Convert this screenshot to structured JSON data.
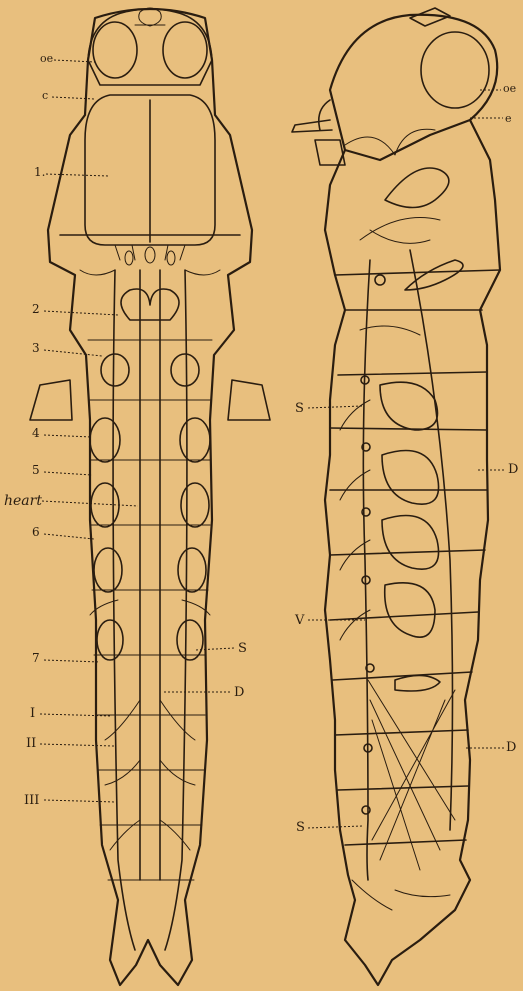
{
  "figure": {
    "background": "#e8bf7e",
    "ink": "#2a1d10",
    "panels": [
      {
        "name": "dorsal-view"
      },
      {
        "name": "lateral-view"
      }
    ]
  },
  "labels": {
    "left": {
      "oe": "oe",
      "c": "c",
      "one": "1.",
      "two": "2",
      "three": "3",
      "four": "4",
      "five": "5",
      "heart": "heart",
      "six": "6",
      "seven": "7",
      "S": "S",
      "D": "D",
      "I": "I",
      "II": "II",
      "III": "III"
    },
    "right": {
      "oe": "oe",
      "e": "e",
      "S1": "S",
      "D1": "D",
      "V": "V",
      "D2": "D",
      "S2": "S"
    }
  }
}
